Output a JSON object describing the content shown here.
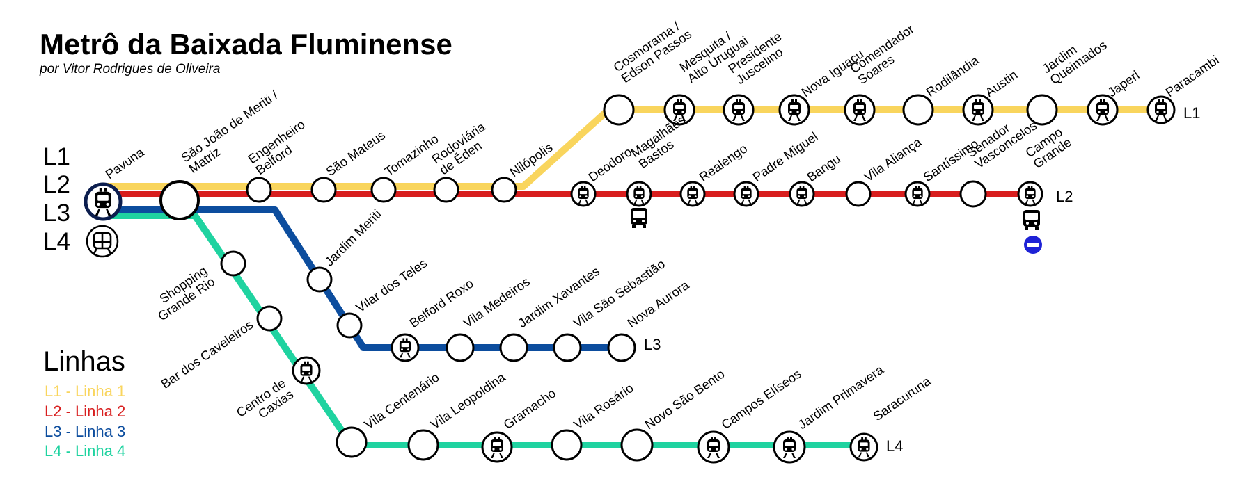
{
  "header": {
    "title": "Metrô da Baixada Fluminense",
    "subtitle": "por Vitor Rodrigues de Oliveira"
  },
  "origin_line_ids": [
    "L1",
    "L2",
    "L3",
    "L4"
  ],
  "legend": {
    "title": "Linhas",
    "items": [
      {
        "label": "L1 - Linha 1",
        "color": "#f9d55d"
      },
      {
        "label": "L2 - Linha 2",
        "color": "#d81e1e"
      },
      {
        "label": "L3 - Linha 3",
        "color": "#0c4d9e"
      },
      {
        "label": "L4 - Linha 4",
        "color": "#1fd3a0"
      }
    ]
  },
  "line_end_labels": {
    "l1": "L1",
    "l2": "L2",
    "l3": "L3",
    "l4": "L4"
  },
  "colors": {
    "l1": "#f9d55d",
    "l2": "#d81e1e",
    "l3": "#0c4d9e",
    "l4": "#1fd3a0",
    "terminal_blue": "#1e22d6"
  },
  "icons": {
    "metro": "metro-train-icon",
    "tram": "tram-icon",
    "bus": "bus-icon",
    "brt": "brt-icon"
  },
  "stations": {
    "pavuna": "Pavuna",
    "sao_joao": "São João de Meriti /\nMatriz",
    "engenheiro_belford": "Engenheiro\nBelford",
    "sao_mateus": "São Mateus",
    "tomazinho": "Tomazinho",
    "rodoviaria": "Rodoviária\nde Éden",
    "nilopolis": "Nilópolis",
    "cosmorama": "Cosmorama /\nEdson Passos",
    "mesquita": "Mesquita /\nAlto Uruguai",
    "presidente_juscelino": "Presidente\nJuscelino",
    "nova_iguacu": "Nova Iguaçu",
    "comendador_soares": "Comendador\nSoares",
    "rodilandia": "Rodilândia",
    "austin": "Austin",
    "jardim_queimados": "Jardim\nQueimados",
    "japeri": "Japeri",
    "paracambi": "Paracambi",
    "deodoro": "Deodoro",
    "magalhaes_bastos": "Magalhães\nBastos",
    "realengo": "Realengo",
    "padre_miguel": "Padre Miguel",
    "bangu": "Bangu",
    "vila_alianca": "Vila Aliança",
    "santissimo": "Santíssimo",
    "senador_vasconcelos": "Senador\nVasconcelos",
    "campo_grande": "Campo\nGrande",
    "jardim_meriti": "Jardim Meriti",
    "vilar_dos_teles": "Vilar dos Teles",
    "belford_roxo": "Belford Roxo",
    "vila_medeiros": "Vila Medeiros",
    "jardim_xavantes": "Jardim Xavantes",
    "vila_sao_sebastiao": "Vila São Sebastião",
    "nova_aurora": "Nova Aurora",
    "shopping_grande_rio": "Shopping\nGrande Rio",
    "bar_dos_caveleiros": "Bar dos Caveleiros",
    "centro_de_caxias": "Centro de\nCaxias",
    "vila_centenario": "Vila Centenário",
    "vila_leopoldina": "Vila Leopoldina",
    "gramacho": "Gramacho",
    "vila_rosario": "Vila Rosário",
    "novo_sao_bento": "Novo São Bento",
    "campos_eliseos": "Campos Elíseos",
    "jardim_primavera": "Jardim Primavera",
    "saracuruna": "Saracuruna"
  }
}
